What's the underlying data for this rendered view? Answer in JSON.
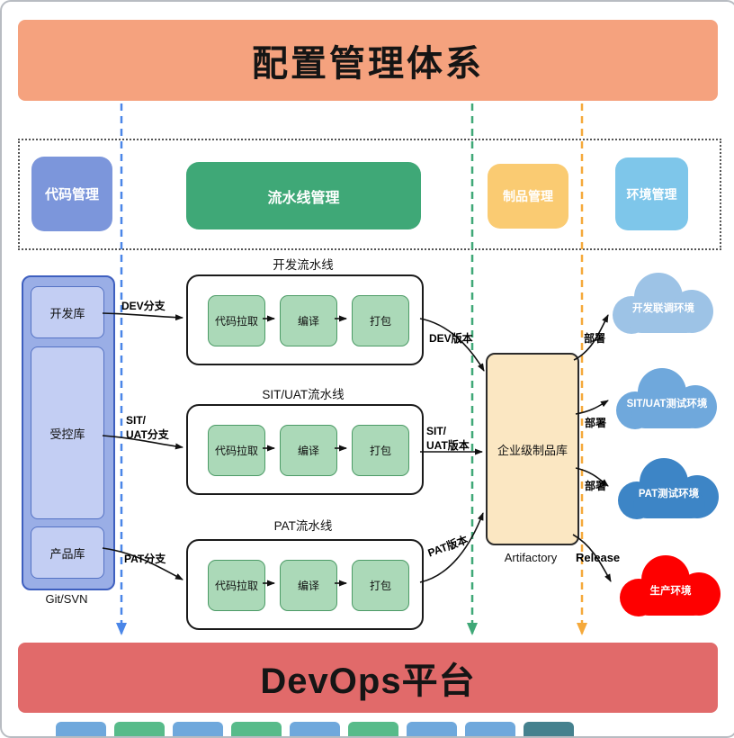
{
  "title": "配置管理体系",
  "bottom_banner": "DevOps平台",
  "colors": {
    "top_banner": "#F5A27E",
    "bottom_banner": "#E16A6A"
  },
  "lanes": [
    {
      "label": "代码管理",
      "color": "#7C96DB"
    },
    {
      "label": "流水线管理",
      "color": "#3FA877"
    },
    {
      "label": "制品管理",
      "color": "#FACB72"
    },
    {
      "label": "环境管理",
      "color": "#7EC6EA"
    }
  ],
  "guide_lines": [
    {
      "name": "code-guide",
      "color": "#4A86E8"
    },
    {
      "name": "pipeline-guide",
      "color": "#3FA877"
    },
    {
      "name": "artifact-guide",
      "color": "#F5A93B"
    }
  ],
  "repo_group": {
    "caption": "Git/SVN",
    "outer_color": "#9AAEE6",
    "item_color": "#C3CEF3",
    "items": [
      {
        "label": "开发库"
      },
      {
        "label": "受控库"
      },
      {
        "label": "产品库"
      }
    ]
  },
  "step_color": "#ABD9B8",
  "pipelines": [
    {
      "title": "开发流水线",
      "steps": [
        "代码拉取",
        "编译",
        "打包"
      ],
      "branch_label": "DEV分支",
      "version_label": "DEV版本"
    },
    {
      "title": "SIT/UAT流水线",
      "steps": [
        "代码拉取",
        "编译",
        "打包"
      ],
      "branch_label": "SIT/\nUAT分支",
      "version_label": "SIT/\nUAT版本"
    },
    {
      "title": "PAT流水线",
      "steps": [
        "代码拉取",
        "编译",
        "打包"
      ],
      "branch_label": "PAT分支",
      "version_label": "PAT版本"
    }
  ],
  "artifact_repo": {
    "label": "企业级制品库",
    "caption": "Artifactory",
    "color": "#FBE7C2"
  },
  "environments": [
    {
      "label": "开发联调环境",
      "color": "#9DC3E6",
      "deploy_label": "部署"
    },
    {
      "label": "SIT/UAT测试环境",
      "color": "#6FA8DC",
      "deploy_label": "部署"
    },
    {
      "label": "PAT测试环境",
      "color": "#3D85C6",
      "deploy_label": "部署"
    },
    {
      "label": "生产环境",
      "color": "#FE0000",
      "deploy_label": "Release"
    }
  ],
  "cutoff_boxes": [
    "#6FA8DC",
    "#57BB8A",
    "#6FA8DC",
    "#57BB8A",
    "#6FA8DC",
    "#57BB8A",
    "#6FA8DC",
    "#6FA8DC",
    "#45818E"
  ]
}
